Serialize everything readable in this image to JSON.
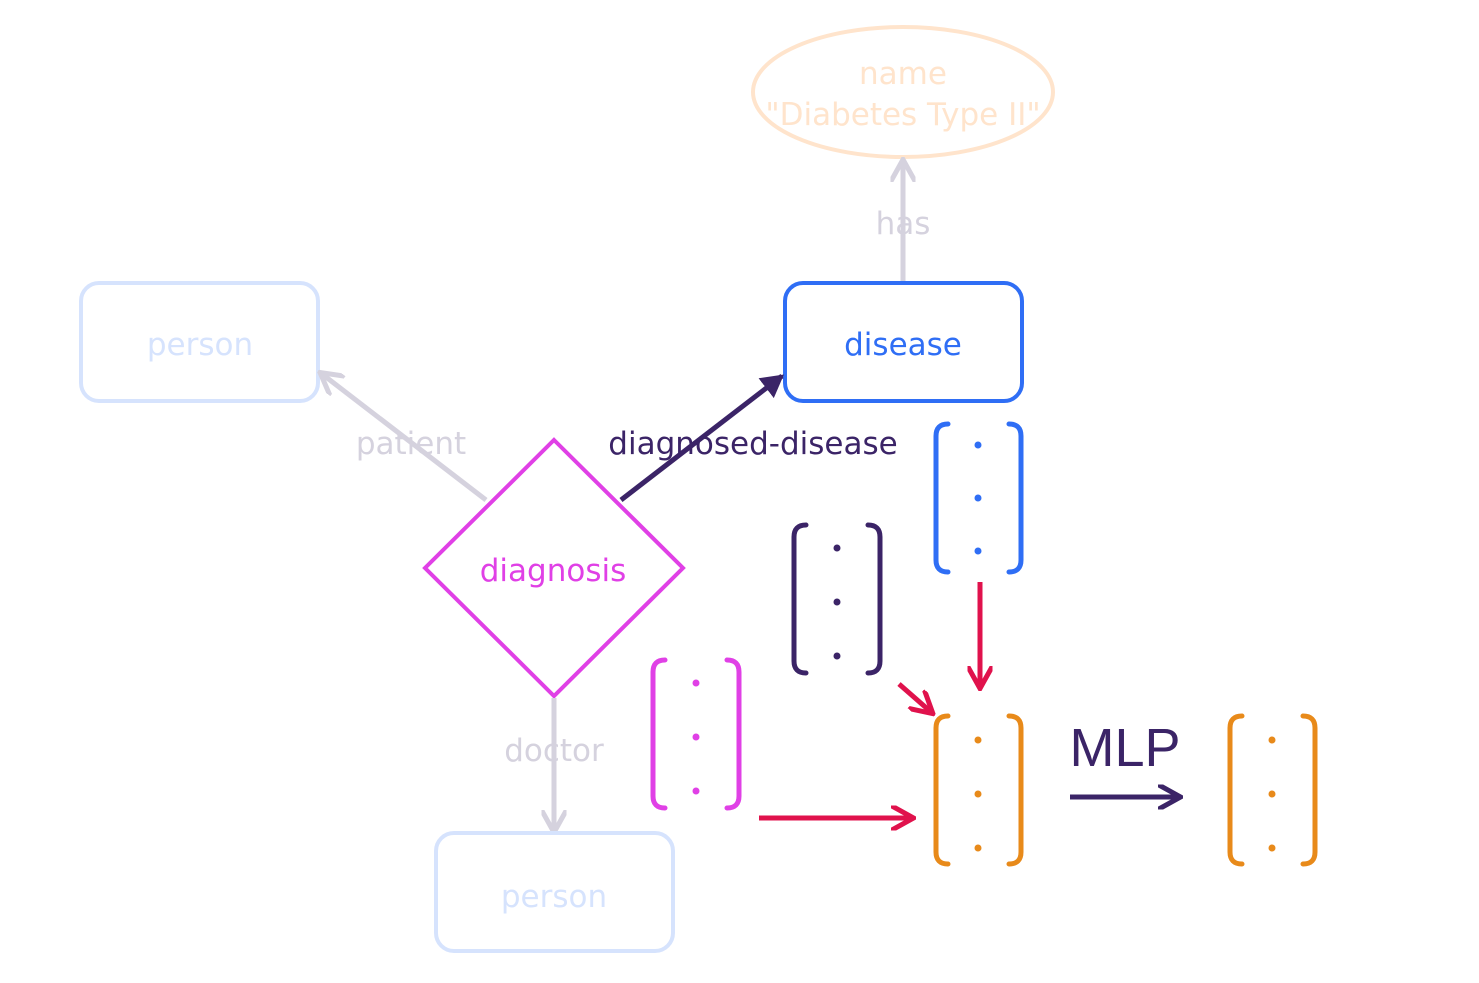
{
  "nodes": {
    "attribute_name": {
      "label": "name",
      "value": "\"Diabetes Type II\""
    },
    "person_patient": {
      "label": "person"
    },
    "disease": {
      "label": "disease"
    },
    "diagnosis": {
      "label": "diagnosis"
    },
    "person_doctor": {
      "label": "person"
    }
  },
  "edges": {
    "has": "has",
    "patient": "patient",
    "diagnosed_disease": "diagnosed-disease",
    "doctor": "doctor"
  },
  "mlp_label": "MLP",
  "colors": {
    "attribute": "#ffe4cc",
    "entity_faded": "#d6e3fd",
    "disease": "#2f6ef5",
    "diagnosis": "#e040e6",
    "role_edge": "#3b2467",
    "faded_edge": "#d5d2de",
    "flow_arrow": "#e0124c",
    "output_vector": "#e88a1a"
  }
}
